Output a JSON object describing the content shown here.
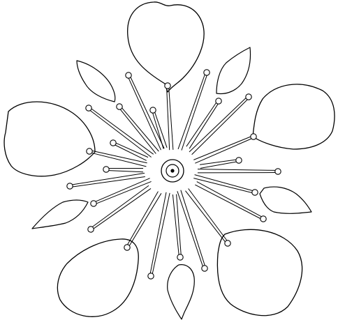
{
  "image": {
    "description_kind": "line-art",
    "background_color": "#ffffff",
    "line_color": "#000000"
  },
  "flower": {
    "petal_count": 5,
    "sepal_count": 5,
    "stamen_count": 24
  }
}
